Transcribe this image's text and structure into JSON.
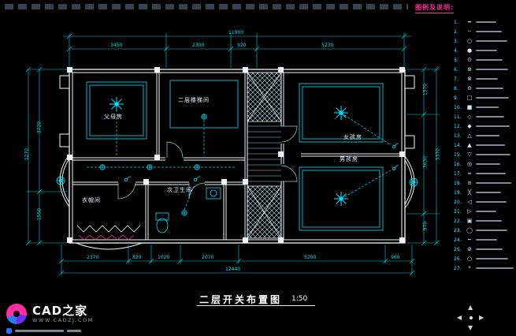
{
  "colors": {
    "accent": "#00e5ff",
    "wall": "#f2f6f7",
    "legend_title": "#ff2d95",
    "background": "#000000"
  },
  "legend": {
    "title": "图例及说明:",
    "items": [
      {
        "no": "1.",
        "symbol": "━"
      },
      {
        "no": "2.",
        "symbol": "┄"
      },
      {
        "no": "3.",
        "symbol": "○"
      },
      {
        "no": "4.",
        "symbol": "●"
      },
      {
        "no": "5.",
        "symbol": "⊙"
      },
      {
        "no": "6.",
        "symbol": "⊕"
      },
      {
        "no": "7.",
        "symbol": "⊗"
      },
      {
        "no": "8.",
        "symbol": "⊖"
      },
      {
        "no": "9.",
        "symbol": "□"
      },
      {
        "no": "10.",
        "symbol": "■"
      },
      {
        "no": "11.",
        "symbol": "◇"
      },
      {
        "no": "12.",
        "symbol": "◆"
      },
      {
        "no": "13.",
        "symbol": "△"
      },
      {
        "no": "14.",
        "symbol": "▲"
      },
      {
        "no": "15.",
        "symbol": "▽"
      },
      {
        "no": "16.",
        "symbol": "◎"
      },
      {
        "no": "17.",
        "symbol": "═"
      },
      {
        "no": "18.",
        "symbol": "≡"
      },
      {
        "no": "19.",
        "symbol": "╳"
      },
      {
        "no": "20.",
        "symbol": "◁"
      },
      {
        "no": "21.",
        "symbol": "▷"
      },
      {
        "no": "22.",
        "symbol": "▣"
      },
      {
        "no": "23.",
        "symbol": "◯"
      },
      {
        "no": "24.",
        "symbol": "┅"
      },
      {
        "no": "25.",
        "symbol": "⊘"
      },
      {
        "no": "26.",
        "symbol": "○"
      },
      {
        "no": "27.",
        "symbol": "*"
      }
    ]
  },
  "plan": {
    "title": "二层开关布置图",
    "scale": "1:50",
    "rooms": {
      "parents": "父母房",
      "stair": "二层楼梯间",
      "girl": "女孩房",
      "boy": "男孩房",
      "bath": "次卫生间",
      "cloak": "衣帽间"
    },
    "dims": {
      "top_total": "11900",
      "top": [
        "3450",
        "2300",
        "920",
        "5230"
      ],
      "bottom": [
        "2370",
        "820",
        "1020",
        "2070",
        "5200",
        "960"
      ],
      "bottom_total": "12440",
      "left": [
        "3720",
        "1550"
      ],
      "left_total": "5270",
      "right": [
        "1370",
        "3030",
        "970"
      ],
      "right_total": "5370"
    }
  },
  "footer": {
    "brand": "CAD之家",
    "site": "WWW.CADZJ.COM"
  }
}
